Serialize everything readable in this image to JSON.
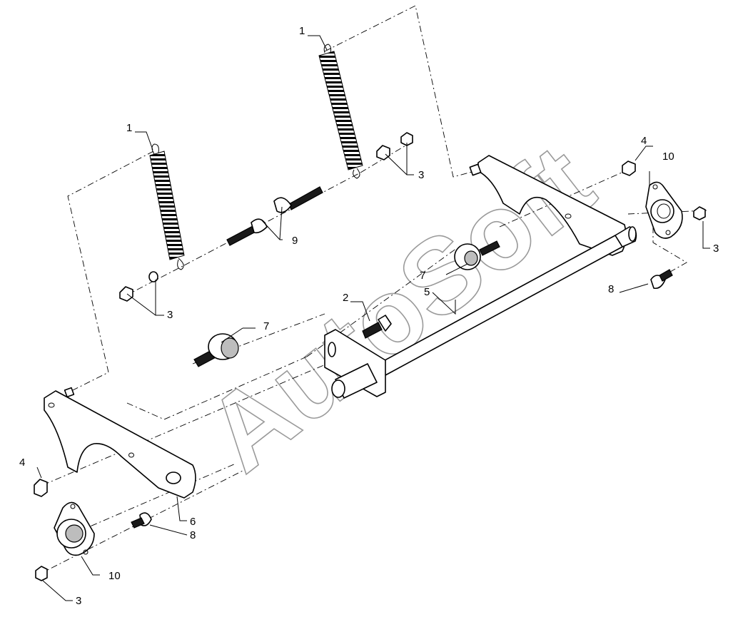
{
  "watermark": "AutoSoft",
  "callouts": {
    "c1a": "1",
    "c1b": "1",
    "c2": "2",
    "c3a": "3",
    "c3b": "3",
    "c3c": "3",
    "c3d": "3",
    "c4a": "4",
    "c4b": "4",
    "c5": "5",
    "c6": "6",
    "c7a": "7",
    "c7b": "7",
    "c8a": "8",
    "c8b": "8",
    "c9": "9",
    "c10a": "10",
    "c10b": "10"
  }
}
